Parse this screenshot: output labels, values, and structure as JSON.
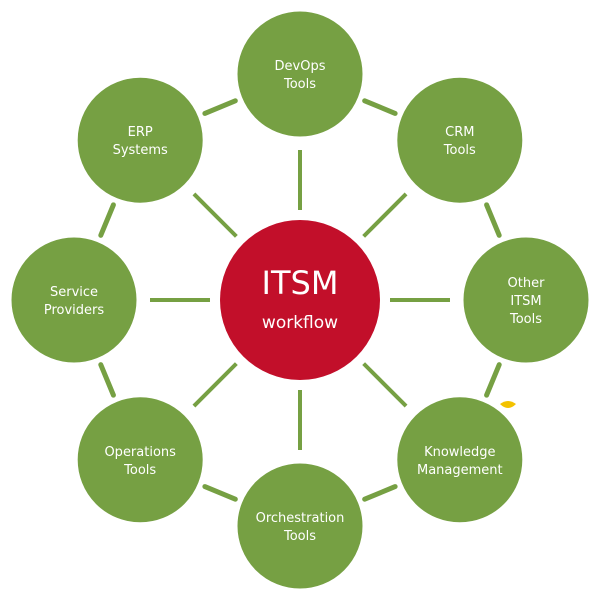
{
  "colors": {
    "node_fill": "#76a043",
    "node_ring": "#ffffff",
    "connector": "#76a043",
    "center_fill": "#c20f2a",
    "label_text": "#ffffff",
    "accent_blue": "#2e9fd8",
    "accent_yellow": "#f3c200"
  },
  "center": {
    "title": "ITSM",
    "subtitle": "workflow"
  },
  "nodes": [
    {
      "id": "devops-tools",
      "lines": [
        "DevOps",
        "Tools"
      ]
    },
    {
      "id": "crm-tools",
      "lines": [
        "CRM",
        "Tools"
      ]
    },
    {
      "id": "other-itsm-tools",
      "lines": [
        "Other",
        "ITSM",
        "Tools"
      ]
    },
    {
      "id": "knowledge-management",
      "lines": [
        "Knowledge",
        "Management"
      ]
    },
    {
      "id": "orchestration-tools",
      "lines": [
        "Orchestration",
        "Tools"
      ]
    },
    {
      "id": "operations-tools",
      "lines": [
        "Operations",
        "Tools"
      ]
    },
    {
      "id": "service-providers",
      "lines": [
        "Service",
        "Providers"
      ]
    },
    {
      "id": "erp-systems",
      "lines": [
        "ERP",
        "Systems"
      ]
    }
  ]
}
